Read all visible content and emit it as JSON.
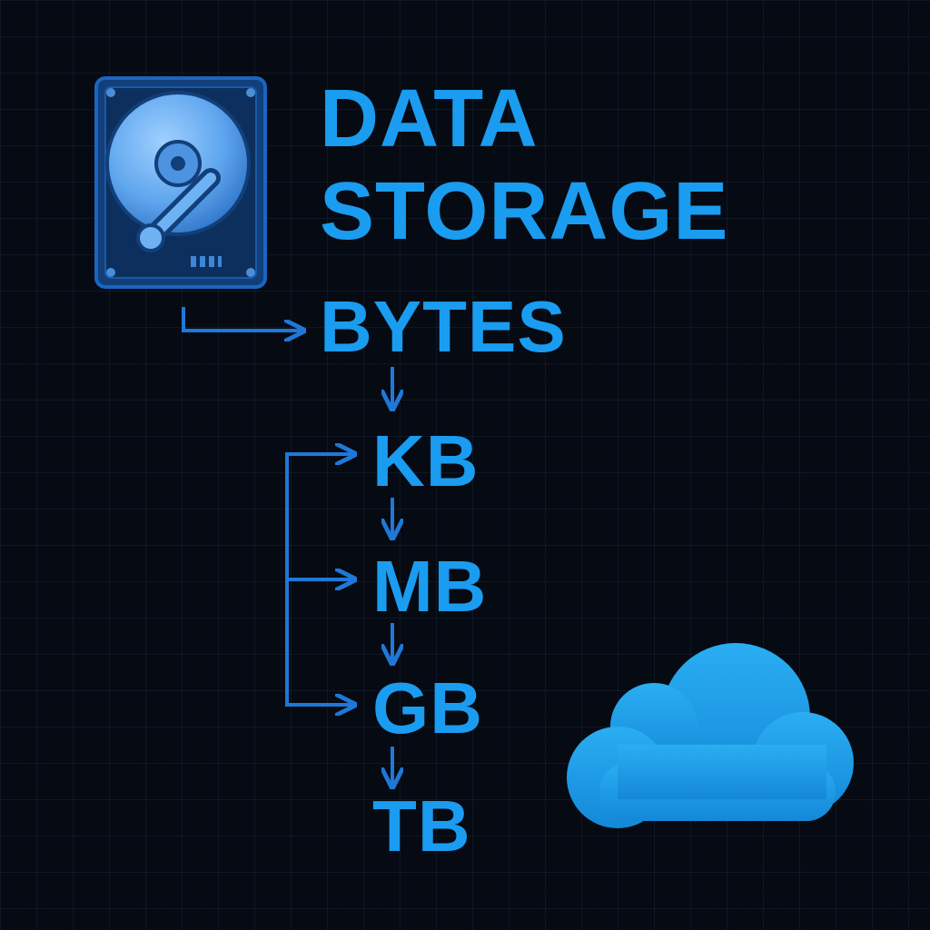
{
  "title": {
    "line1": "DATA",
    "line2": "STORAGE"
  },
  "nodes": [
    "BYTES",
    "KB",
    "MB",
    "GB",
    "TB"
  ],
  "icons": {
    "drive": "hard-drive-icon",
    "cloud": "cloud-icon"
  },
  "colors": {
    "background": "#060a12",
    "text": "#1a9cf0",
    "arrow": "#1f78d8",
    "drive_frame": "#0f4f9e",
    "drive_platter": "#6fb2f3",
    "cloud": "#1e9de6"
  }
}
